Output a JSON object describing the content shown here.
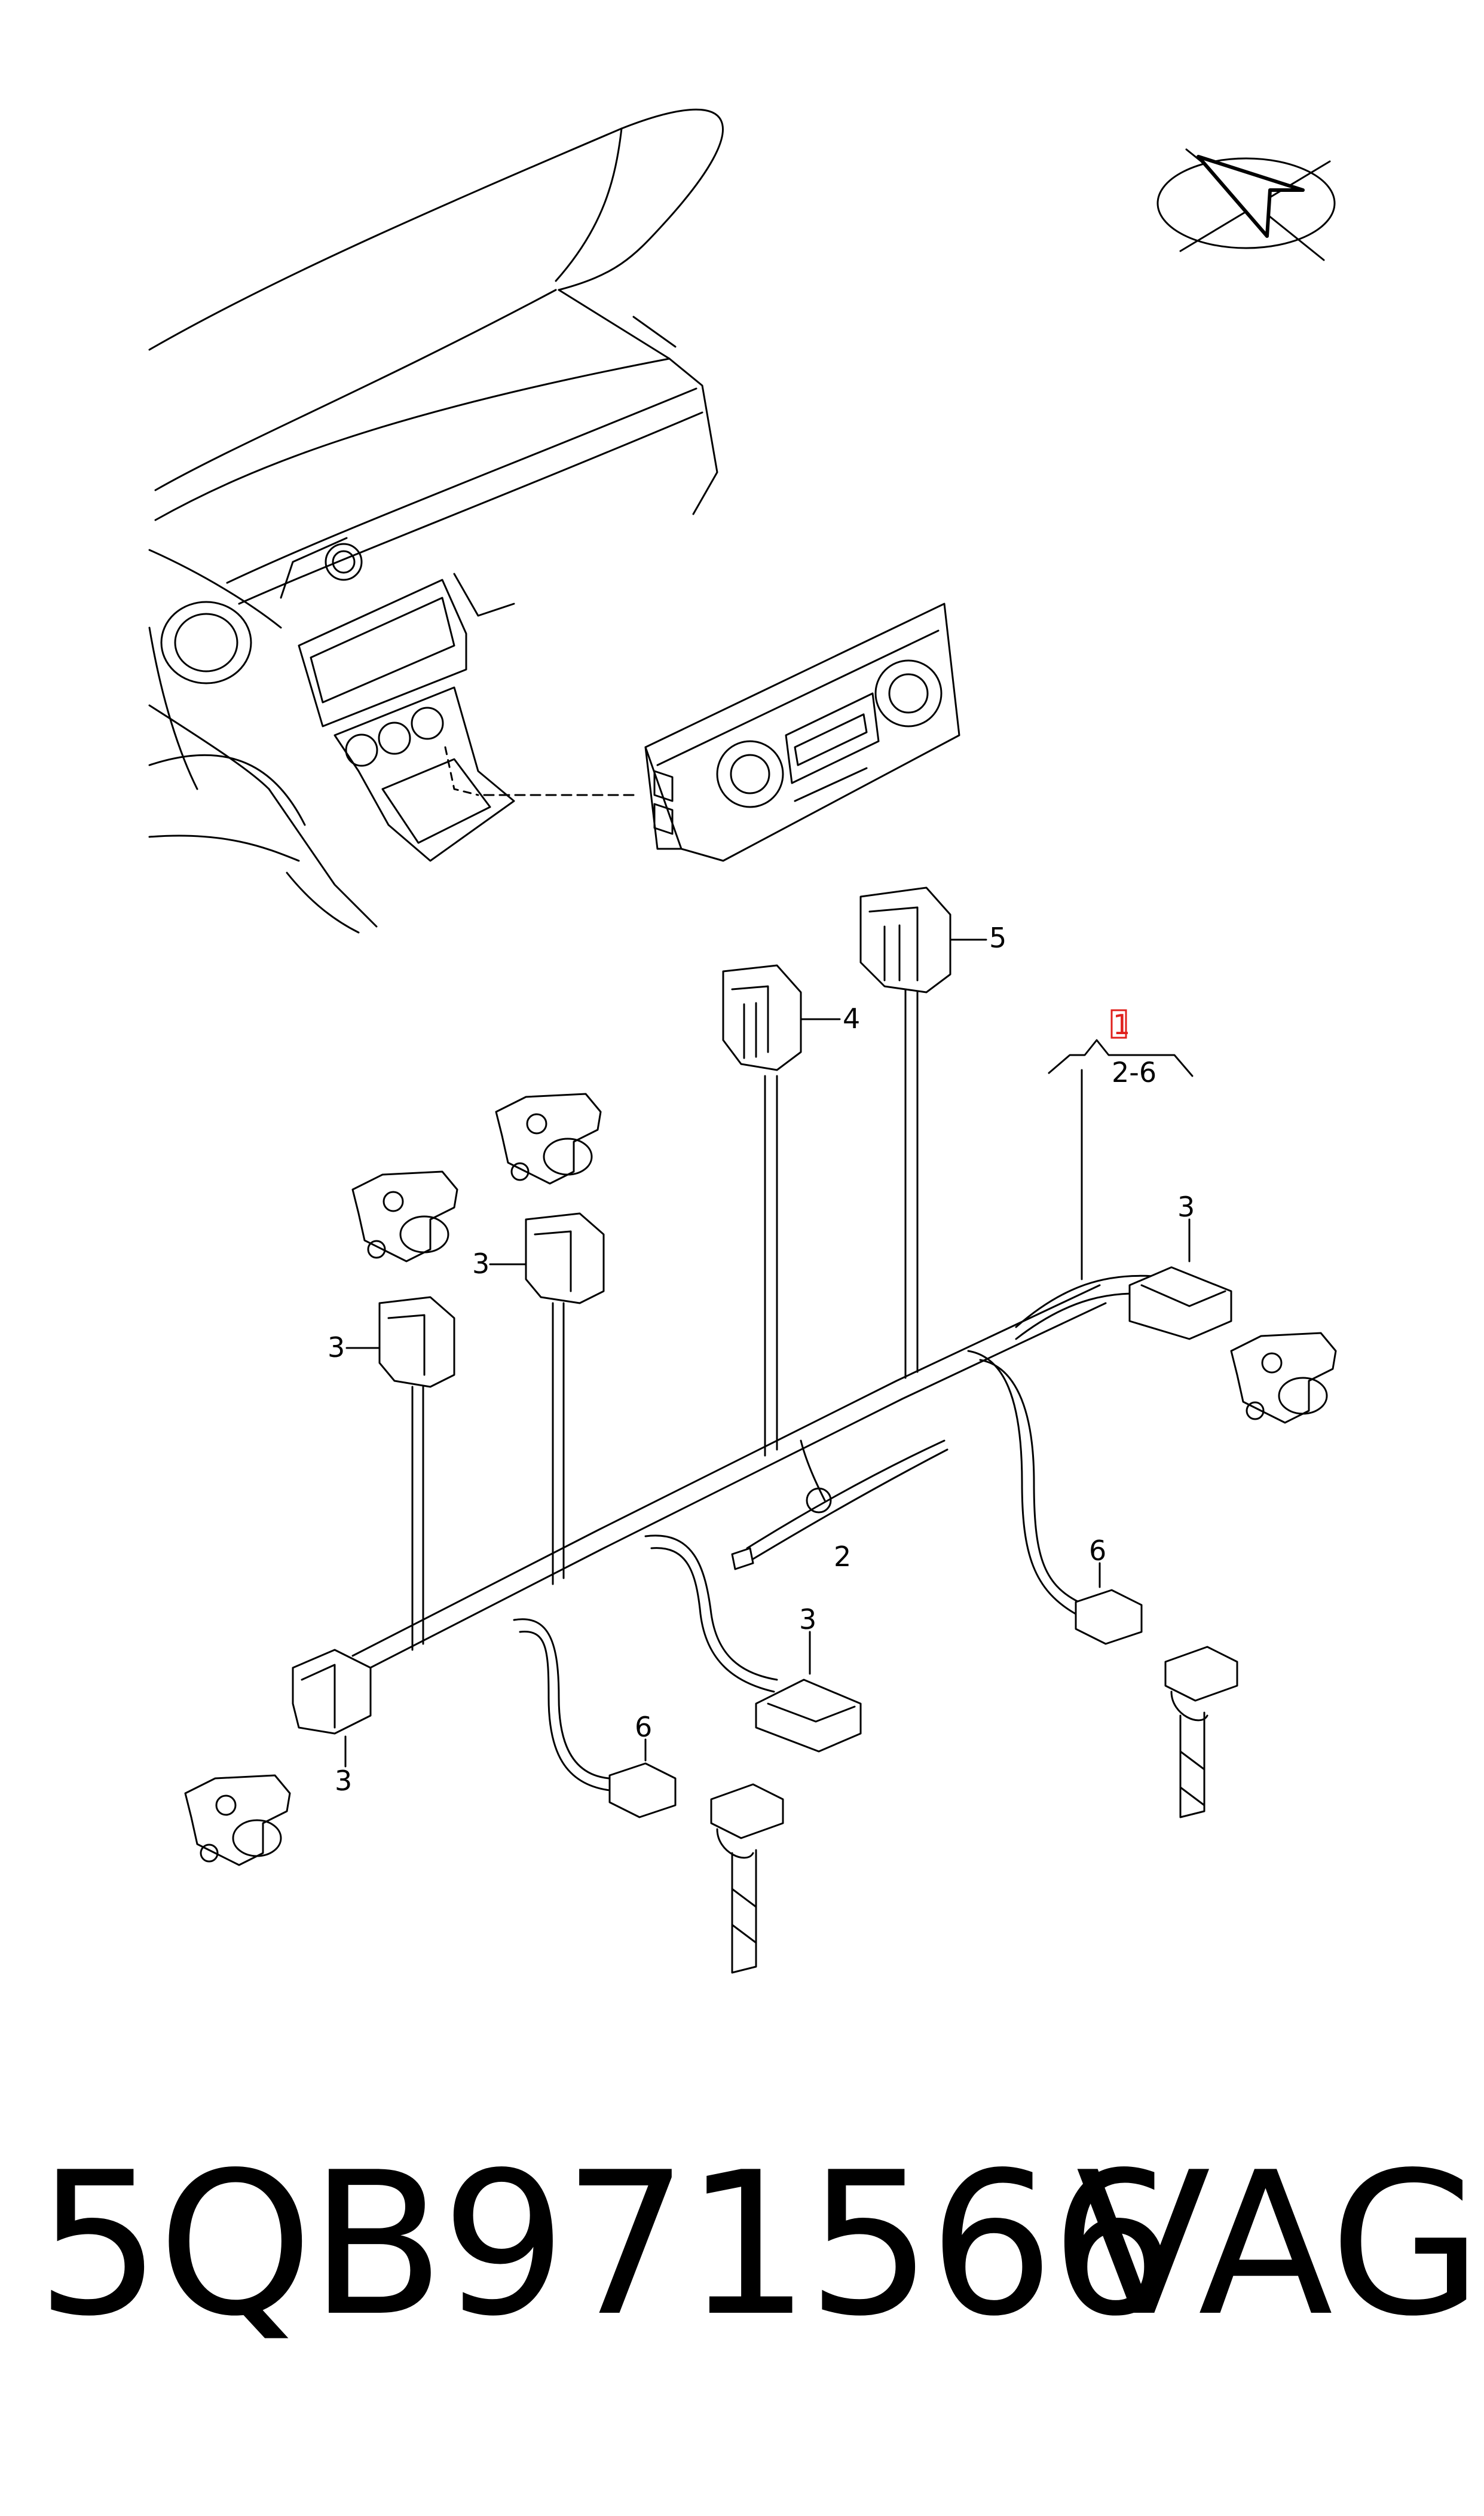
{
  "diagram": {
    "labels": {
      "callout_1": "1",
      "range_2_6": "2-6",
      "callout_2": "2",
      "callout_3": "3",
      "callout_4": "4",
      "callout_5": "5",
      "callout_6": "6"
    }
  },
  "footer": {
    "part_number": "5QB971566",
    "brand": "VAG"
  }
}
